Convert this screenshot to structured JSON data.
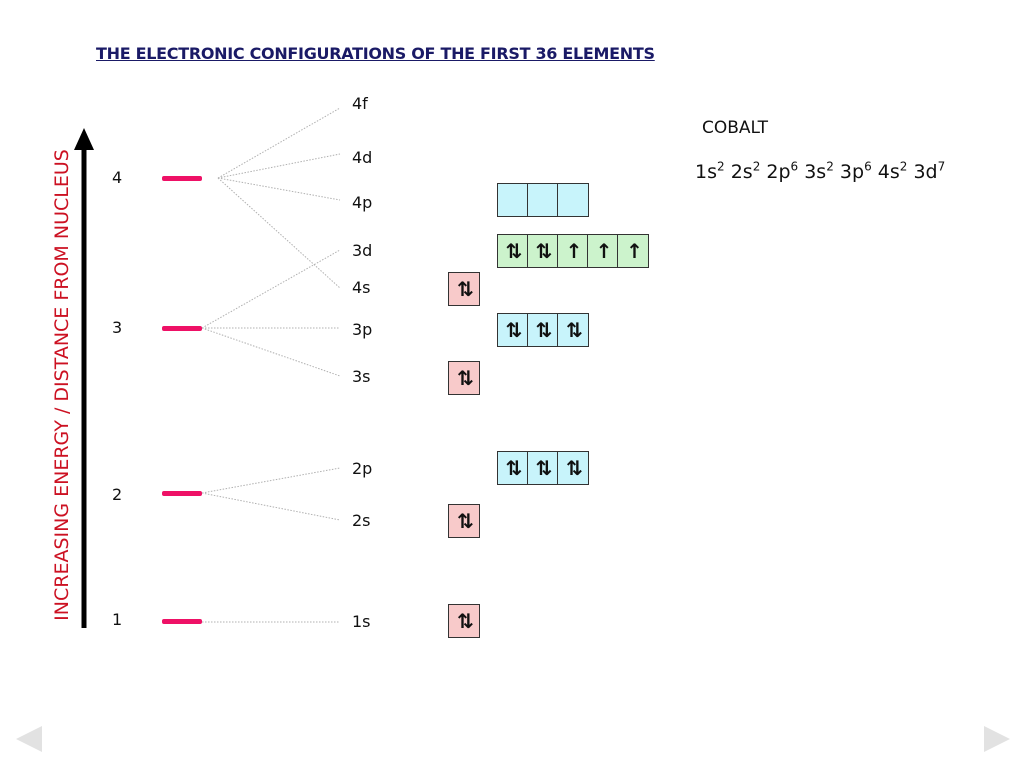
{
  "title": "THE ELECTRONIC CONFIGURATIONS OF THE FIRST 36 ELEMENTS",
  "axis_label": "INCREASING ENERGY / DISTANCE FROM NUCLEUS",
  "shells": [
    "1",
    "2",
    "3",
    "4"
  ],
  "subshells": {
    "s1": "1s",
    "s2": "2s",
    "p2": "2p",
    "s3": "3s",
    "p3": "3p",
    "s4": "4s",
    "d3": "3d",
    "p4": "4p",
    "d4": "4d",
    "f4": "4f"
  },
  "boxes": {
    "s1": [
      "⇅"
    ],
    "s2": [
      "⇅"
    ],
    "p2": [
      "⇅",
      "⇅",
      "⇅"
    ],
    "s3": [
      "⇅"
    ],
    "p3": [
      "⇅",
      "⇅",
      "⇅"
    ],
    "s4": [
      "⇅"
    ],
    "d3": [
      "⇅",
      "⇅",
      "↑",
      "↑",
      "↑"
    ],
    "p4": [
      "",
      "",
      ""
    ]
  },
  "element": {
    "name": "COBALT",
    "config": [
      {
        "orb": "1s",
        "e": "2"
      },
      {
        "orb": "2s",
        "e": "2"
      },
      {
        "orb": "2p",
        "e": "6"
      },
      {
        "orb": "3s",
        "e": "2"
      },
      {
        "orb": "3p",
        "e": "6"
      },
      {
        "orb": "4s",
        "e": "2"
      },
      {
        "orb": "3d",
        "e": "7"
      }
    ]
  },
  "colors": {
    "title": "#1a1a66",
    "axis_label": "#cc1122",
    "shell_bar": "#ee1166",
    "s_box": "#f8caca",
    "p_box": "#c8f4fb",
    "d_box": "#ccf3cc"
  },
  "icons": {
    "nav_prev": "triangle-left",
    "nav_next": "triangle-right"
  }
}
